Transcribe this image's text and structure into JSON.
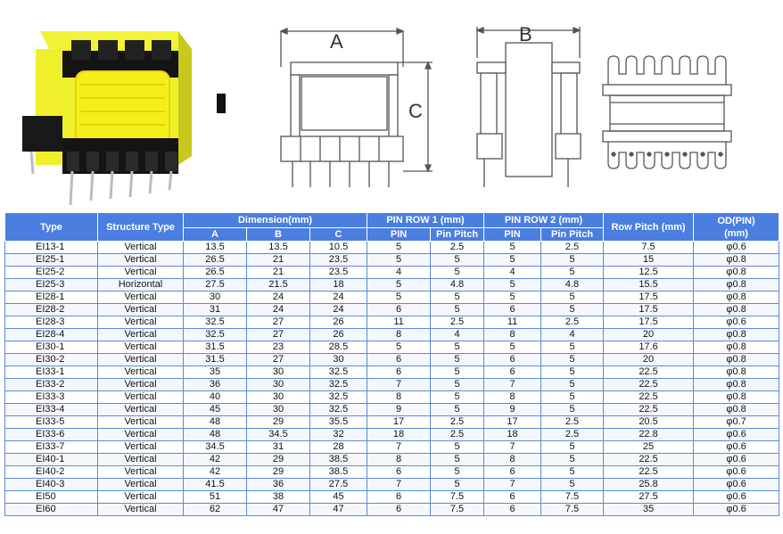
{
  "figures": {
    "dim_a": "A",
    "dim_b": "B",
    "dim_c": "C"
  },
  "table": {
    "headers": {
      "type": "Type",
      "structure": "Structure Type",
      "dimension": "Dimension(mm)",
      "pin_row_1": "PIN ROW 1 (mm)",
      "pin_row_2": "PIN ROW 2 (mm)",
      "row_pitch": "Row Pitch (mm)",
      "od": "OD(PIN)",
      "od_unit": "(mm)"
    },
    "subheaders": [
      "A",
      "B",
      "C",
      "PIN",
      "Pin Pitch",
      "PIN",
      "Pin Pitch"
    ],
    "rows": [
      [
        "EI13-1",
        "Vertical",
        "13.5",
        "13.5",
        "10.5",
        "5",
        "2.5",
        "5",
        "2.5",
        "7.5",
        "φ0.6"
      ],
      [
        "EI25-1",
        "Vertical",
        "26.5",
        "21",
        "23.5",
        "5",
        "5",
        "5",
        "5",
        "15",
        "φ0.8"
      ],
      [
        "EI25-2",
        "Vertical",
        "26.5",
        "21",
        "23.5",
        "4",
        "5",
        "4",
        "5",
        "12.5",
        "φ0.8"
      ],
      [
        "EI25-3",
        "Horizontal",
        "27.5",
        "21.5",
        "18",
        "5",
        "4.8",
        "5",
        "4.8",
        "15.5",
        "φ0.8"
      ],
      [
        "EI28-1",
        "Vertical",
        "30",
        "24",
        "24",
        "5",
        "5",
        "5",
        "5",
        "17.5",
        "φ0.8"
      ],
      [
        "EI28-2",
        "Vertical",
        "31",
        "24",
        "24",
        "6",
        "5",
        "6",
        "5",
        "17.5",
        "φ0.8"
      ],
      [
        "EI28-3",
        "Vertical",
        "32.5",
        "27",
        "26",
        "11",
        "2.5",
        "11",
        "2.5",
        "17.5",
        "φ0.6"
      ],
      [
        "EI28-4",
        "Vertical",
        "32.5",
        "27",
        "26",
        "8",
        "4",
        "8",
        "4",
        "20",
        "φ0.8"
      ],
      [
        "EI30-1",
        "Vertical",
        "31.5",
        "23",
        "28.5",
        "5",
        "5",
        "5",
        "5",
        "17.6",
        "φ0.8"
      ],
      [
        "EI30-2",
        "Vertical",
        "31.5",
        "27",
        "30",
        "6",
        "5",
        "6",
        "5",
        "20",
        "φ0.8"
      ],
      [
        "EI33-1",
        "Vertical",
        "35",
        "30",
        "32.5",
        "6",
        "5",
        "6",
        "5",
        "22.5",
        "φ0.8"
      ],
      [
        "EI33-2",
        "Vertical",
        "36",
        "30",
        "32.5",
        "7",
        "5",
        "7",
        "5",
        "22.5",
        "φ0.8"
      ],
      [
        "EI33-3",
        "Vertical",
        "40",
        "30",
        "32.5",
        "8",
        "5",
        "8",
        "5",
        "22.5",
        "φ0.8"
      ],
      [
        "EI33-4",
        "Vertical",
        "45",
        "30",
        "32.5",
        "9",
        "5",
        "9",
        "5",
        "22.5",
        "φ0.8"
      ],
      [
        "EI33-5",
        "Vertical",
        "48",
        "29",
        "35.5",
        "17",
        "2.5",
        "17",
        "2.5",
        "20.5",
        "φ0.7"
      ],
      [
        "EI33-6",
        "Vertical",
        "48",
        "34.5",
        "32",
        "18",
        "2.5",
        "18",
        "2.5",
        "22.8",
        "φ0.6"
      ],
      [
        "EI33-7",
        "Vertical",
        "34.5",
        "31",
        "28",
        "7",
        "5",
        "7",
        "5",
        "25",
        "φ0.6"
      ],
      [
        "EI40-1",
        "Vertical",
        "42",
        "29",
        "38.5",
        "8",
        "5",
        "8",
        "5",
        "22.5",
        "φ0.6"
      ],
      [
        "EI40-2",
        "Vertical",
        "42",
        "29",
        "38.5",
        "6",
        "5",
        "6",
        "5",
        "22.5",
        "φ0.6"
      ],
      [
        "EI40-3",
        "Vertical",
        "41.5",
        "36",
        "27.5",
        "7",
        "5",
        "7",
        "5",
        "25.8",
        "φ0.6"
      ],
      [
        "EI50",
        "Vertical",
        "51",
        "38",
        "45",
        "6",
        "7.5",
        "6",
        "7.5",
        "27.5",
        "φ0.6"
      ],
      [
        "EI60",
        "Vertical",
        "62",
        "47",
        "47",
        "6",
        "7.5",
        "6",
        "7.5",
        "35",
        "φ0.6"
      ]
    ]
  }
}
